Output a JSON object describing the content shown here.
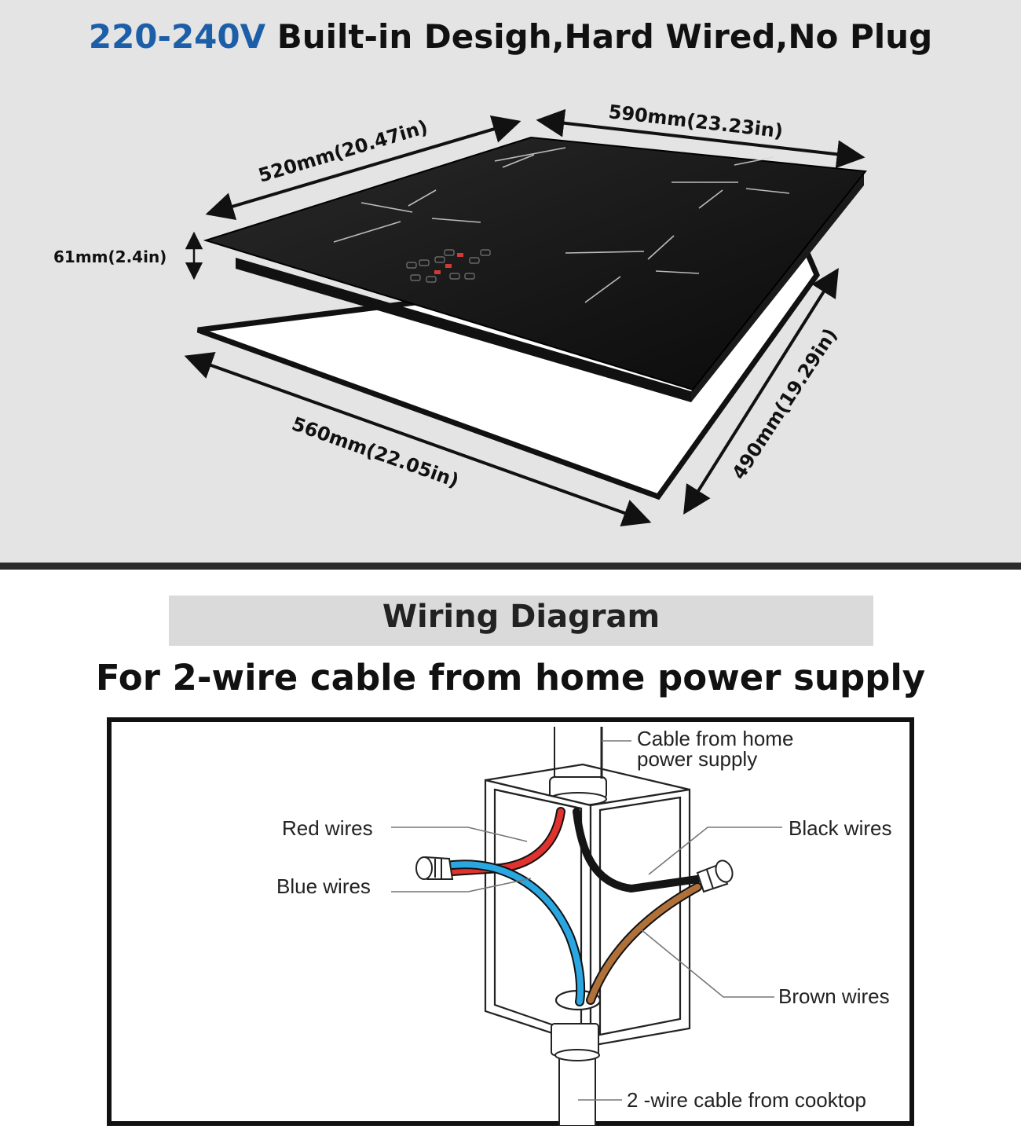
{
  "headline": {
    "voltage": "220-240V",
    "rest": " Built-in Desigh,Hard Wired,No Plug",
    "voltage_color": "#1c5fa8"
  },
  "dimensions": {
    "width_top": "590mm(23.23in)",
    "depth_top": "520mm(20.47in)",
    "height": "61mm(2.4in)",
    "cutout_width": "560mm(22.05in)",
    "cutout_depth": "490mm(19.29in)"
  },
  "wiring": {
    "section_title": "Wiring Diagram",
    "subtitle": "For 2-wire cable from home power supply",
    "labels": {
      "cable_home_line1": "Cable from home",
      "cable_home_line2": "power supply",
      "red_wires": "Red  wires",
      "blue_wires": "Blue  wires",
      "black_wires": "Black wires",
      "brown_wires": "Brown wires",
      "cooktop_cable": "2 -wire cable from cooktop"
    },
    "wire_colors": {
      "red": "#e0322e",
      "blue": "#2aa6e0",
      "black": "#151515",
      "brown": "#b0703a"
    }
  },
  "icons": {
    "cooktop": "induction-cooktop-illustration",
    "junction_box": "junction-box-illustration",
    "wire_nut": "wire-nut-icon"
  }
}
